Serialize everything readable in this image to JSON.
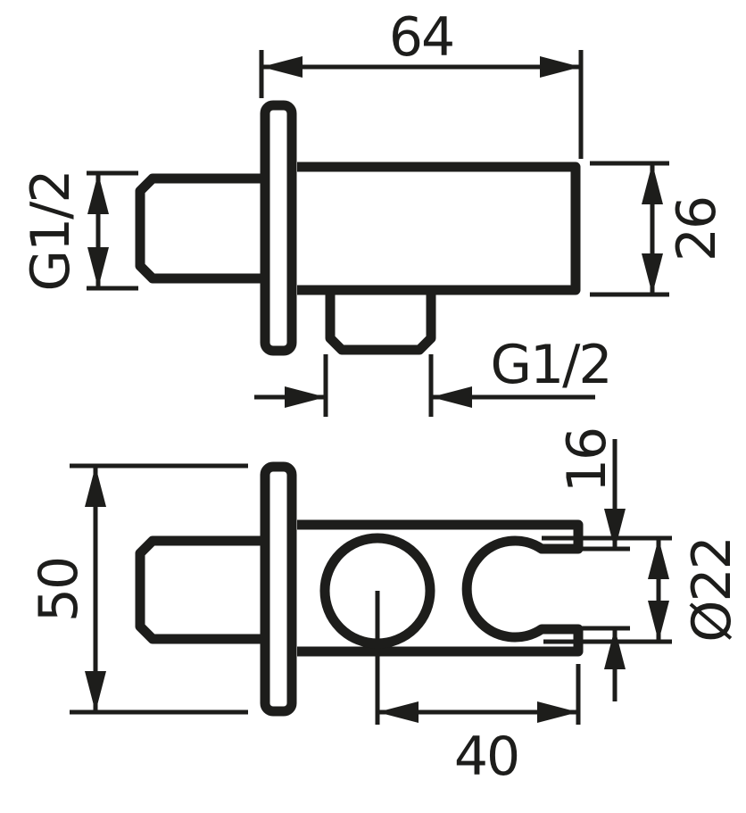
{
  "drawing": {
    "line_color": "#1d1d1b",
    "background_color": "#ffffff",
    "side_view": {
      "dim_body_length": "64",
      "dim_inlet_thread": "G1/2",
      "dim_body_height": "26",
      "dim_outlet_thread": "G1/2"
    },
    "bottom_view": {
      "dim_plate_width": "50",
      "dim_fork_opening": "16",
      "dim_holder_diameter": "Ø22",
      "dim_pivot_to_end": "40"
    }
  }
}
